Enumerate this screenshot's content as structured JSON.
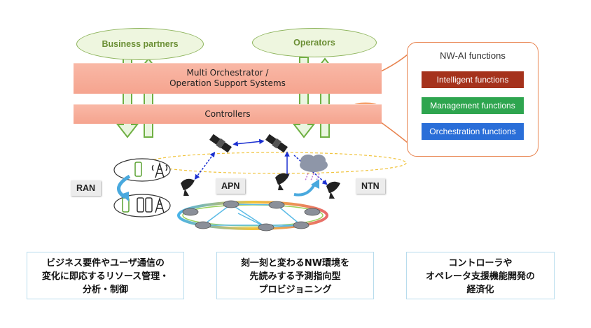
{
  "ellipses": {
    "business": "Business partners",
    "operators": "Operators"
  },
  "layers": {
    "orchestrator_line1": "Multi Orchestrator /",
    "orchestrator_line2": "Operation Support Systems",
    "controllers": "Controllers"
  },
  "nw_ai": {
    "title": "NW-AI functions",
    "functions": [
      "Intelligent functions",
      "Management functions",
      "Orchestration functions"
    ]
  },
  "tags": {
    "ran": "RAN",
    "apn": "APN",
    "ntn": "NTN"
  },
  "captions": [
    [
      "ビジネス要件やユーザ通信の",
      "変化に即応するリソース管理・",
      "分析・制御"
    ],
    [
      "刻一刻と変わるNW環境を",
      "先読みする予測指向型",
      "プロビジョニング"
    ],
    [
      "コントローラや",
      "オペレータ支援機能開発の",
      "経済化"
    ]
  ],
  "colors": {
    "layer": "#f5a48f",
    "ellipse_border": "#8cb35a",
    "arrow": "#6fb043",
    "panel_border": "#e8824d",
    "intelligent": "#a5321c",
    "management": "#2ea54f",
    "orchestration": "#2a6ed8",
    "caption_border": "#b8dced",
    "link_blue": "#1a2fd1"
  }
}
